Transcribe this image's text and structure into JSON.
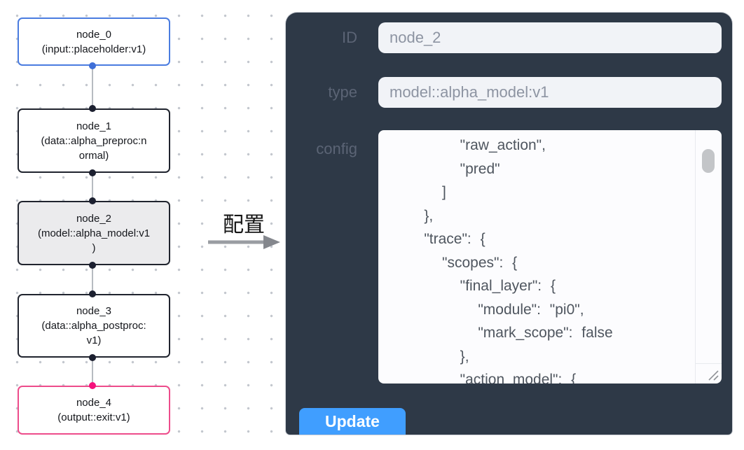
{
  "flow": {
    "nodes": [
      {
        "id": "node_0",
        "label": "node_0\n(input::placeholder:v1)",
        "state": "default",
        "accent": "#4a7ce0"
      },
      {
        "id": "node_1",
        "label": "node_1\n(data::alpha_preproc:n\normal)",
        "state": "default",
        "accent": "#20242e"
      },
      {
        "id": "node_2",
        "label": "node_2\n(model::alpha_model:v1\n)",
        "state": "selected",
        "accent": "#20242e"
      },
      {
        "id": "node_3",
        "label": "node_3\n(data::alpha_postproc:\nv1)",
        "state": "default",
        "accent": "#20242e"
      },
      {
        "id": "node_4",
        "label": "node_4\n(output::exit:v1)",
        "state": "default",
        "accent": "#ed4c8b"
      }
    ],
    "handle_colors": {
      "input": "#3f6fd8",
      "default": "#1c2030",
      "output": "#f5117c"
    }
  },
  "transfer": {
    "label": "配置"
  },
  "panel": {
    "fields": [
      {
        "label": "ID",
        "value": "node_2"
      },
      {
        "label": "type",
        "value": "model::alpha_model:v1"
      }
    ],
    "config_label": "config",
    "config_text": "        \"raw_action\",\n        \"pred\"\n      ]\n    },\n    \"trace\": {\n      \"scopes\": {\n        \"final_layer\": {\n          \"module\": \"pi0\",\n          \"mark_scope\": false\n        },\n        \"action_model\": {",
    "update_label": "Update"
  },
  "colors": {
    "panel_bg": "#2e3947",
    "primary_button": "#409eff",
    "input_bg": "#f1f3f7",
    "selected_node_bg": "#ebebed",
    "node_border_blue": "#4a7ce0",
    "node_border_dark": "#20242e",
    "node_border_pink": "#ed4c8b",
    "edge_gray": "#b7bbc1"
  }
}
